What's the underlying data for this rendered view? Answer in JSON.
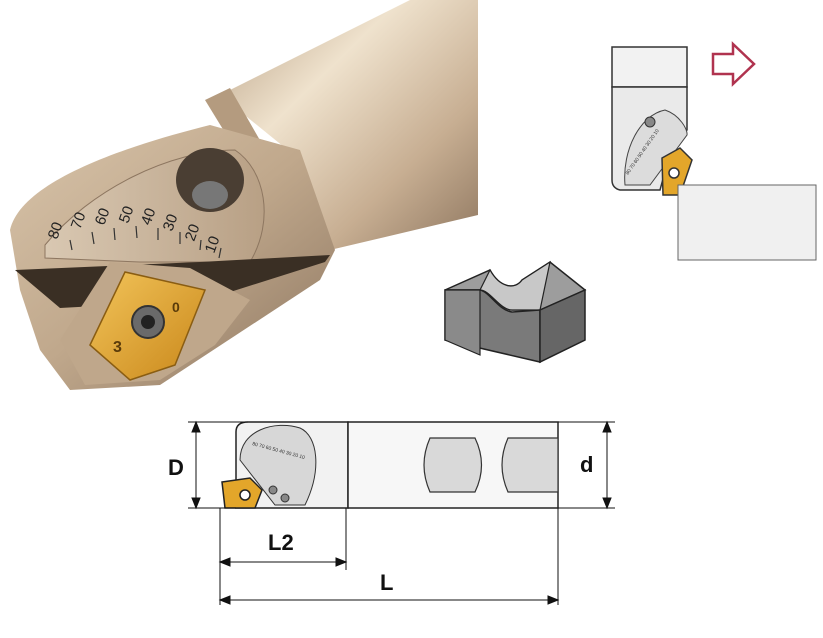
{
  "photo": {
    "scale_labels": [
      "80",
      "70",
      "60",
      "50",
      "40",
      "30",
      "20",
      "10"
    ],
    "insert_marks": [
      "3",
      "0"
    ]
  },
  "dimensions": {
    "D": "D",
    "d": "d",
    "L2": "L2",
    "L": "L"
  },
  "colors": {
    "tool_body": "#c9b397",
    "insert": "#e3a62a",
    "arrow": "#b0334f",
    "block": "#7a7a7a"
  }
}
